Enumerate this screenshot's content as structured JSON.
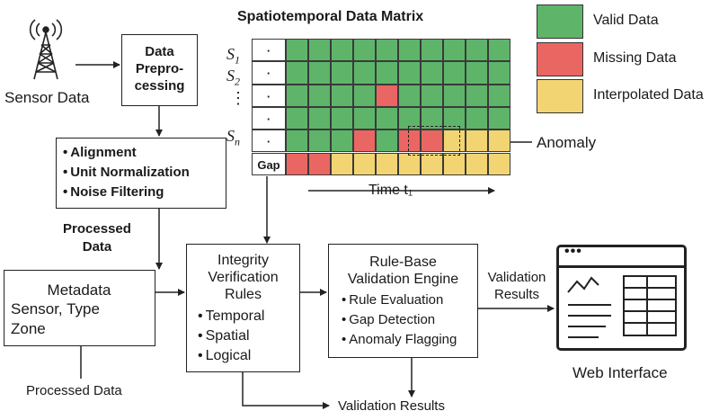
{
  "colors": {
    "valid": "#5eb56a",
    "missing": "#ea6662",
    "interpolated": "#f2d572",
    "line": "#222222"
  },
  "sensor": {
    "icon": "radio-tower-icon",
    "label": "Sensor Data"
  },
  "preprocess": {
    "line1": "Data",
    "line2": "Prepro-",
    "line3": "cessing"
  },
  "steps": [
    "Alignment",
    "Unit Normalization",
    "Noise Filtering"
  ],
  "processed_data_label": {
    "line1": "Processed",
    "line2": "Data"
  },
  "metadata": {
    "title": "Metadata",
    "line1": "Sensor, Type",
    "line2": "Zone"
  },
  "processed_data_bottom": "Processed Data",
  "matrix": {
    "title": "Spatiotemporal Data Matrix",
    "rows": [
      "S1",
      "S2",
      "S_n"
    ],
    "gap_label": "Gap",
    "dot_cell": "·",
    "vdots": "⋮",
    "time_label": "Time t₁",
    "states": [
      [
        "V",
        "V",
        "V",
        "V",
        "V",
        "V",
        "V",
        "V",
        "V",
        "V"
      ],
      [
        "V",
        "V",
        "V",
        "V",
        "V",
        "V",
        "V",
        "V",
        "V",
        "V"
      ],
      [
        "V",
        "V",
        "V",
        "V",
        "M",
        "V",
        "V",
        "V",
        "V",
        "V"
      ],
      [
        "V",
        "V",
        "V",
        "V",
        "V",
        "V",
        "V",
        "V",
        "V",
        "V"
      ],
      [
        "V",
        "V",
        "V",
        "M",
        "V",
        "M",
        "M",
        "I",
        "I",
        "I"
      ],
      [
        "M",
        "M",
        "I",
        "I",
        "I",
        "I",
        "I",
        "I",
        "I",
        "I"
      ]
    ]
  },
  "legend": [
    {
      "key": "valid",
      "label": "Valid Data"
    },
    {
      "key": "missing",
      "label": "Missing Data"
    },
    {
      "key": "interpolated",
      "label": "Interpolated Data"
    }
  ],
  "anomaly_label": "Anomaly",
  "integrity": {
    "title1": "Integrity",
    "title2": "Verification",
    "title3": "Rules",
    "items": [
      "Temporal",
      "Spatial",
      "Logical"
    ]
  },
  "engine": {
    "title1": "Rule-Base",
    "title2": "Validation Engine",
    "items": [
      "Rule Evaluation",
      "Gap Detection",
      "Anomaly Flagging"
    ]
  },
  "validation_results_side": {
    "line1": "Validation",
    "line2": "Results"
  },
  "validation_results_bottom": "Validation Results",
  "web": {
    "label": "Web Interface",
    "dots": "•••",
    "icon": "browser-window-icon"
  }
}
